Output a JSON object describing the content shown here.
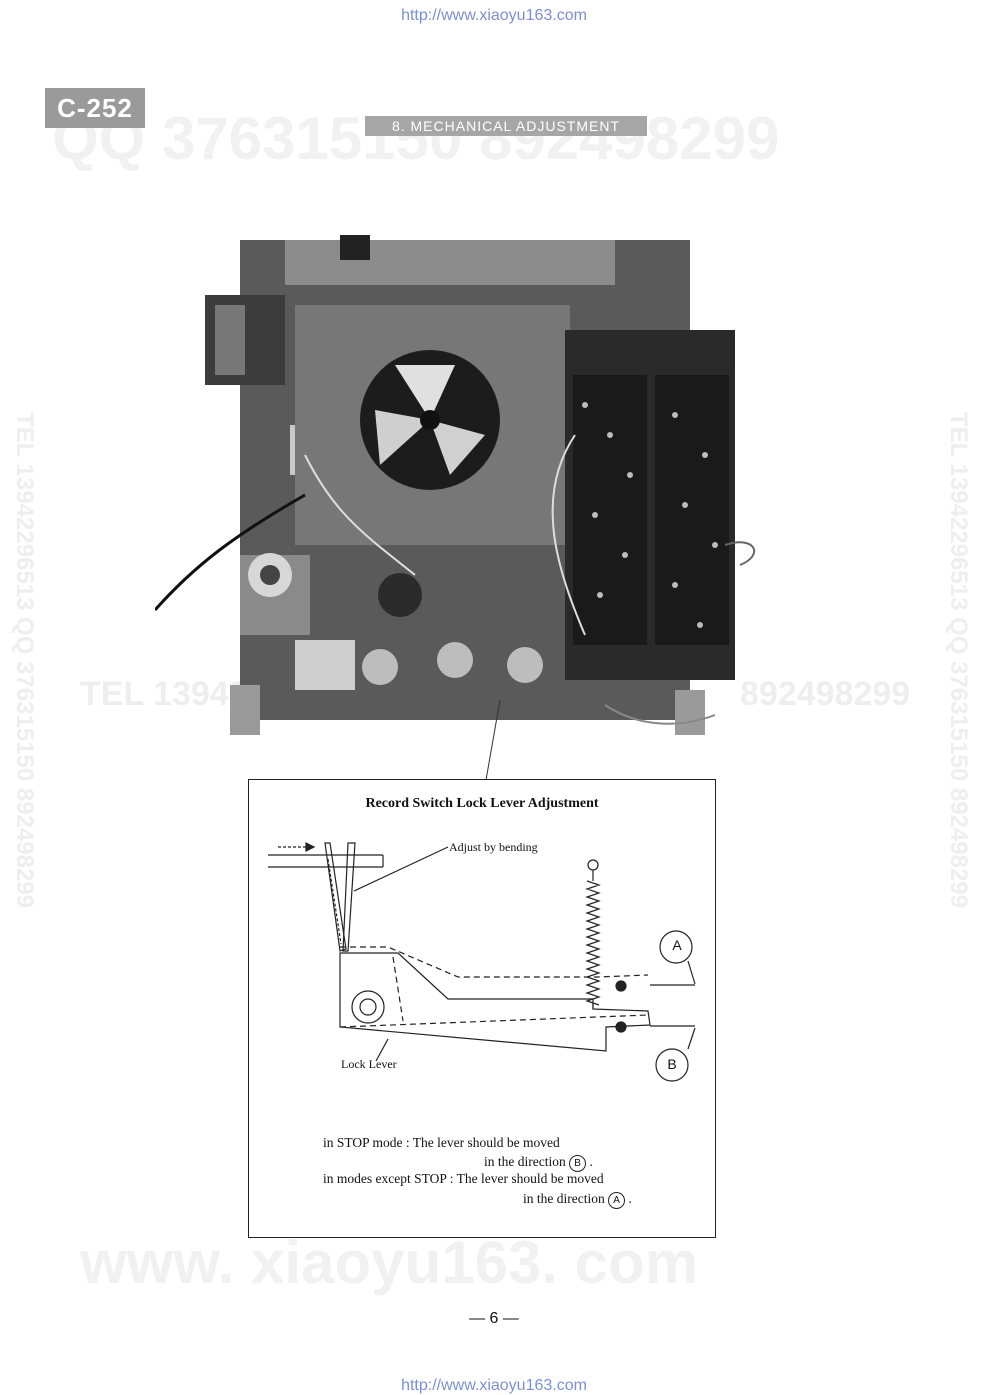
{
  "header": {
    "url_top": "http://www.xiaoyu163.com",
    "model_tab": "C-252",
    "section_title": "8. MECHANICAL ADJUSTMENT"
  },
  "watermarks": {
    "qq_line": "QQ 376315150 892498299",
    "tel_line": "TEL 13942296513",
    "tel_line_right": "892498299",
    "vertical_left": "TEL 13942296513 QQ 376315150 892498299",
    "vertical_right": "TEL 13942296513 QQ 376315150 892498299",
    "www_line": "www. xiaoyu163. com"
  },
  "diagram": {
    "title": "Record Switch Lock Lever Adjustment",
    "label_adjust": "Adjust by bending",
    "label_lock_lever": "Lock Lever",
    "marker_a": "A",
    "marker_b": "B",
    "notes": {
      "stop_mode": "in STOP mode : The lever should be moved",
      "stop_direction": "in the direction",
      "stop_marker": "B",
      "other_modes": "in modes except STOP : The lever should be moved",
      "other_direction": "in the direction",
      "other_marker": "A"
    }
  },
  "footer": {
    "page_number": "— 6 —",
    "url_bottom": "http://www.xiaoyu163.com"
  }
}
